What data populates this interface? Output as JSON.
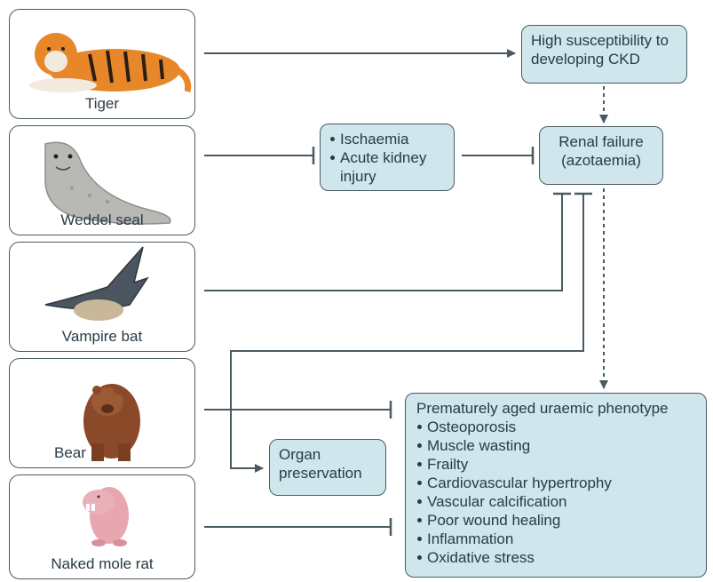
{
  "animals": [
    {
      "name": "tiger",
      "label": "Tiger",
      "icon": "tiger-illustration"
    },
    {
      "name": "weddel-seal",
      "label": "Weddel seal",
      "icon": "seal-illustration"
    },
    {
      "name": "vampire-bat",
      "label": "Vampire bat",
      "icon": "bat-illustration"
    },
    {
      "name": "bear",
      "label": "Bear",
      "icon": "bear-illustration"
    },
    {
      "name": "naked-mole-rat",
      "label": "Naked mole rat",
      "icon": "mole-rat-illustration"
    }
  ],
  "nodes": {
    "ckd": {
      "text": "High susceptibility to developing CKD"
    },
    "ischaemia": {
      "items": [
        "Ischaemia",
        "Acute kidney injury"
      ]
    },
    "renal_failure": {
      "text": "Renal failure (azotaemia)"
    },
    "organ_preservation": {
      "text": "Organ preservation"
    },
    "phenotype": {
      "title": "Prematurely aged uraemic phenotype",
      "items": [
        "Osteoporosis",
        "Muscle wasting",
        "Frailty",
        "Cardiovascular hypertrophy",
        "Vascular calcification",
        "Poor wound healing",
        "Inflammation",
        "Oxidative stress"
      ]
    }
  },
  "colors": {
    "box_fill": "#cfe6ec",
    "line": "#4a5a63",
    "text": "#2b3a44"
  }
}
